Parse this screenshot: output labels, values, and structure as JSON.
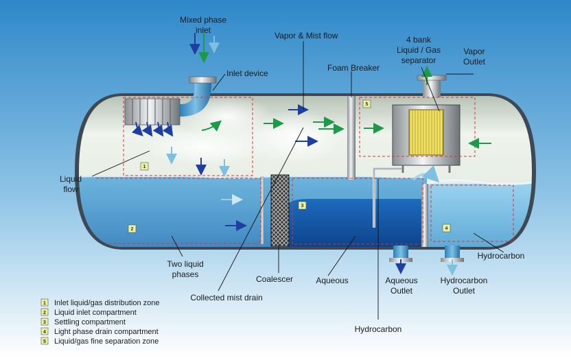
{
  "colors": {
    "background_sky": "#2c86c8",
    "shell_light": "#e8efe6",
    "aqueous": "#1558a8",
    "hydrocarbon": "#7ec4e2",
    "zone_dash": "#dd3333",
    "badge": "#e9f2a0",
    "arrow_dark": "#1f3fa0",
    "arrow_green": "#1c9a4a",
    "arrow_light": "#7fc0e0",
    "coil": "#e8d84a"
  },
  "labels": {
    "mixed_phase_inlet_1": "Mixed phase",
    "mixed_phase_inlet_2": "inlet",
    "inlet_device": "Inlet device",
    "vapor_mist_flow": "Vapor & Mist flow",
    "liquid_gas_sep_1": "4 bank",
    "liquid_gas_sep_2": "Liquid / Gas",
    "liquid_gas_sep_3": "separator",
    "vapor_outlet_1": "Vapor",
    "vapor_outlet_2": "Outlet",
    "foam_breaker": "Foam Breaker",
    "liquid_flow_1": "Liquid",
    "liquid_flow_2": "flow",
    "two_liquid_1": "Two liquid",
    "two_liquid_2": "phases",
    "coalescer": "Coalescer",
    "collected_mist_drain": "Collected mist drain",
    "aqueous": "Aqueous",
    "aqueous_outlet_1": "Aqueous",
    "aqueous_outlet_2": "Outlet",
    "hydrocarbon_outlet_1": "Hydrocarbon",
    "hydrocarbon_outlet_2": "Outlet",
    "hydrocarbon_right": "Hydrocarbon",
    "hydrocarbon_bottom": "Hydrocarbon"
  },
  "zone_badges": [
    "1",
    "2",
    "3",
    "4",
    "5"
  ],
  "legend": [
    {
      "num": "1",
      "text": "Inlet liquid/gas distribution zone"
    },
    {
      "num": "2",
      "text": "Liquid inlet compartment"
    },
    {
      "num": "3",
      "text": "Settling compartment"
    },
    {
      "num": "4",
      "text": "Light phase drain compartment"
    },
    {
      "num": "5",
      "text": "Liquid/gas fine separation zone"
    }
  ]
}
